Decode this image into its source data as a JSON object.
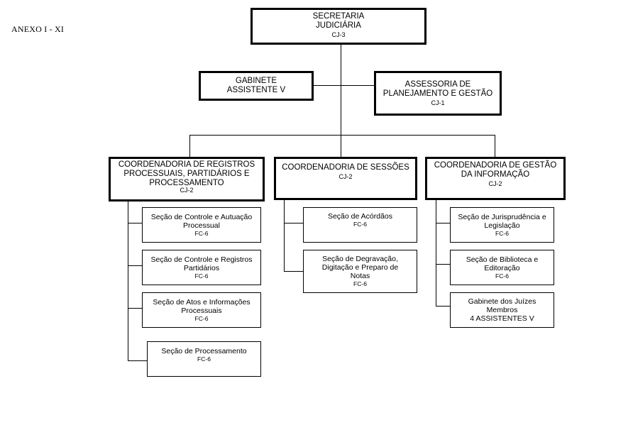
{
  "annex_label": "ANEXO I - XI",
  "top": {
    "secretaria": {
      "title": "SECRETARIA\nJUDICIÁRIA",
      "code": "CJ-3"
    },
    "gabinete": {
      "title": "GABINETE\nASSISTENTE V",
      "code": ""
    },
    "assessoria": {
      "title": "ASSESSORIA DE\nPLANEJAMENTO E GESTÃO",
      "code": "CJ-1"
    }
  },
  "coordinations": [
    {
      "title": "COORDENADORIA DE REGISTROS\nPROCESSUAIS, PARTIDÁRIOS E\nPROCESSAMENTO",
      "code": "CJ-2",
      "sections": [
        {
          "title": "Seção de Controle e Autuação\nProcessual",
          "code": "FC-6"
        },
        {
          "title": "Seção de Controle e Registros\nPartidários",
          "code": "FC-6"
        },
        {
          "title": "Seção de Atos e Informações\nProcessuais",
          "code": "FC-6"
        },
        {
          "title": "Seção de Processamento",
          "code": "FC-6"
        }
      ]
    },
    {
      "title": "COORDENADORIA DE SESSÕES",
      "code": "CJ-2",
      "sections": [
        {
          "title": "Seção de Acórdãos",
          "code": "FC-6"
        },
        {
          "title": "Seção de Degravação,\nDigitação e Preparo de\nNotas",
          "code": "FC-6"
        }
      ]
    },
    {
      "title": "COORDENADORIA DE GESTÃO\nDA INFORMAÇÃO",
      "code": "CJ-2",
      "sections": [
        {
          "title": "Seção de Jurisprudência e\nLegislação",
          "code": "FC-6"
        },
        {
          "title": "Seção de Biblioteca e\nEditoração",
          "code": "FC-6"
        },
        {
          "title": "Gabinete dos Juízes\nMembros\n4 ASSISTENTES V",
          "code": ""
        }
      ]
    }
  ]
}
